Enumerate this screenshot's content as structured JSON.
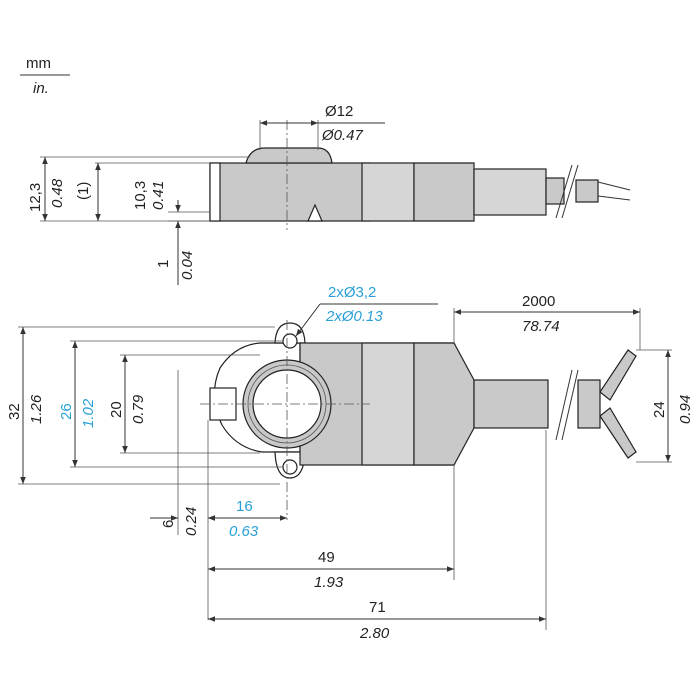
{
  "units": {
    "primary": "mm",
    "secondary": "in."
  },
  "side_view": {
    "diameter_mm": "Ø12",
    "diameter_in": "Ø0.47",
    "height_mm": "12,3",
    "height_in": "0.48",
    "height_note": "(1)",
    "inner_mm": "10,3",
    "inner_in": "0.41",
    "base_mm": "1",
    "base_in": "0.04"
  },
  "top_view": {
    "holes_mm": "2xØ3,2",
    "holes_in": "2xØ0.13",
    "cable_mm": "2000",
    "cable_in": "78.74",
    "width_mm": "32",
    "width_in": "1.26",
    "mid_mm": "26",
    "mid_in": "1.02",
    "inner_mm": "20",
    "inner_in": "0.79",
    "cable_h_mm": "24",
    "cable_h_in": "0.94",
    "offset_mm": "6",
    "offset_in": "0.24",
    "hole_dist_mm": "16",
    "hole_dist_in": "0.63",
    "len49_mm": "49",
    "len49_in": "1.93",
    "len71_mm": "71",
    "len71_in": "2.80"
  },
  "colors": {
    "accent": "#2aa0d6",
    "body": "#c9c9c9",
    "line": "#333333"
  }
}
